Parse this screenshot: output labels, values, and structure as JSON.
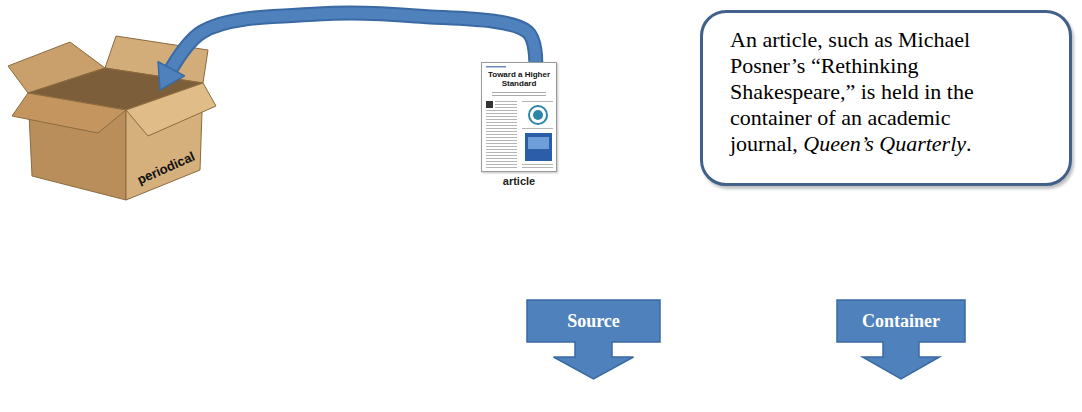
{
  "diagram": {
    "nodes": [
      {
        "text": [
          "periodical"
        ]
      },
      {
        "text": [
          "Toward a Higher Standard",
          "article"
        ]
      },
      {
        "text": [
          "An article, such as Michael Posner’s “Rethinking Shakespeare,” is held in the container of an academic journal, Queen’s Quarterly."
        ]
      },
      {
        "text": [
          "Source"
        ]
      },
      {
        "text": [
          "Container"
        ]
      }
    ],
    "edges": [
      {
        "from": 1,
        "to": 0,
        "arrow": "to"
      }
    ]
  }
}
